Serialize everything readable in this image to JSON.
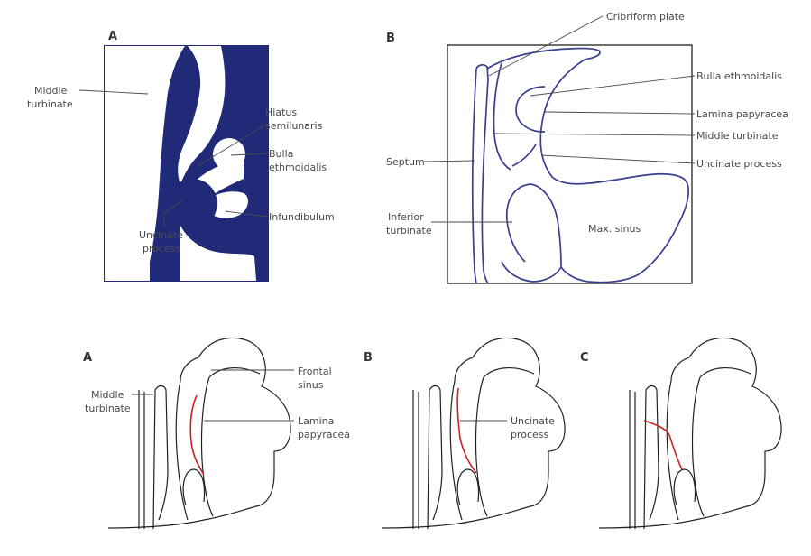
{
  "colors": {
    "navy_fill": "#202a78",
    "blue_line": "#3a3f8f",
    "red_line": "#d0202a",
    "label_text": "#4a4a4a"
  },
  "top_left": {
    "panel_letter": "A",
    "labels": {
      "middle_turbinate_1": "Middle",
      "middle_turbinate_2": "turbinate",
      "hiatus_1": "Hiatus",
      "hiatus_2": "semilunaris",
      "bulla_1": "Bulla",
      "bulla_2": "ethmoidalis",
      "infundibulum": "Infundibulum",
      "uncinate_1": "Uncinate",
      "uncinate_2": "process"
    }
  },
  "top_right": {
    "panel_letter": "B",
    "labels": {
      "cribriform": "Cribriform plate",
      "bulla": "Bulla ethmoidalis",
      "lamina": "Lamina papyracea",
      "middle_turbinate": "Middle turbinate",
      "uncinate": "Uncinate process",
      "septum": "Septum",
      "inferior_1": "Inferior",
      "inferior_2": "turbinate",
      "max_sinus": "Max. sinus"
    }
  },
  "bottom": {
    "panel_letters": [
      "A",
      "B",
      "C"
    ],
    "labels": {
      "middle_turbinate_1": "Middle",
      "middle_turbinate_2": "turbinate",
      "frontal_1": "Frontal",
      "frontal_2": "sinus",
      "lamina_1": "Lamina",
      "lamina_2": "papyracea",
      "uncinate_1": "Uncinate",
      "uncinate_2": "process"
    }
  }
}
